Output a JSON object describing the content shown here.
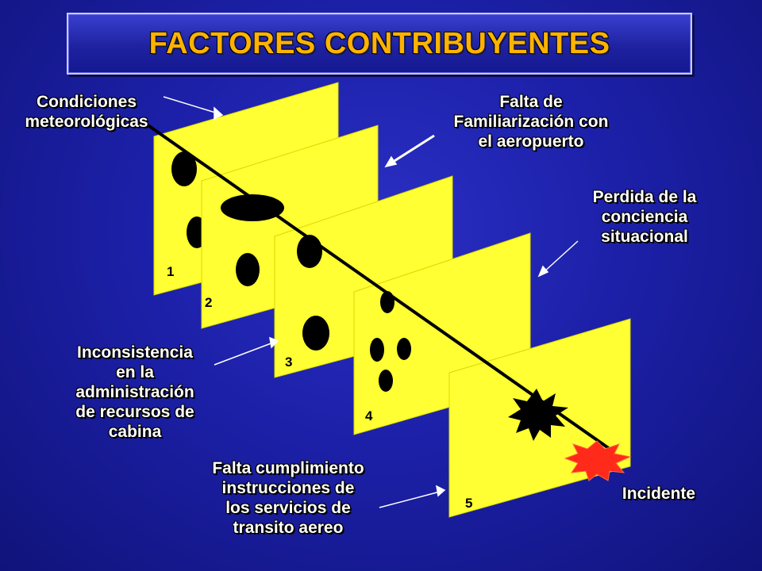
{
  "title": "FACTORES CONTRIBUYENTES",
  "labels": {
    "condiciones_l1": "Condiciones",
    "condiciones_l2": "meteorológicas",
    "familiarizacion_l1": "Falta de",
    "familiarizacion_l2": "Familiarización con",
    "familiarizacion_l3": "el aeropuerto",
    "perdida_l1": "Perdida de la",
    "perdida_l2": "conciencia",
    "perdida_l3": "situacional",
    "inconsistencia_l1": "Inconsistencia",
    "inconsistencia_l2": "en la",
    "inconsistencia_l3": "administración",
    "inconsistencia_l4": "de recursos de",
    "inconsistencia_l5": "cabina",
    "cumplimiento_l1": "Falta cumplimiento",
    "cumplimiento_l2": "instrucciones de",
    "cumplimiento_l3": "los servicios de",
    "cumplimiento_l4": "transito aereo",
    "incidente": "Incidente"
  },
  "slices": [
    {
      "number": "1"
    },
    {
      "number": "2"
    },
    {
      "number": "3"
    },
    {
      "number": "4"
    },
    {
      "number": "5"
    }
  ],
  "colors": {
    "background": "#1c20a8",
    "slice_fill": "#ffff33",
    "hole": "#000000",
    "title_text": "#ffb300",
    "label_text": "#ffffff",
    "incident_burst": "#ff2a1a",
    "trajectory": "#000000"
  },
  "icons": {
    "hazard_burst": "black-burst-icon",
    "incident_burst": "red-burst-icon"
  }
}
